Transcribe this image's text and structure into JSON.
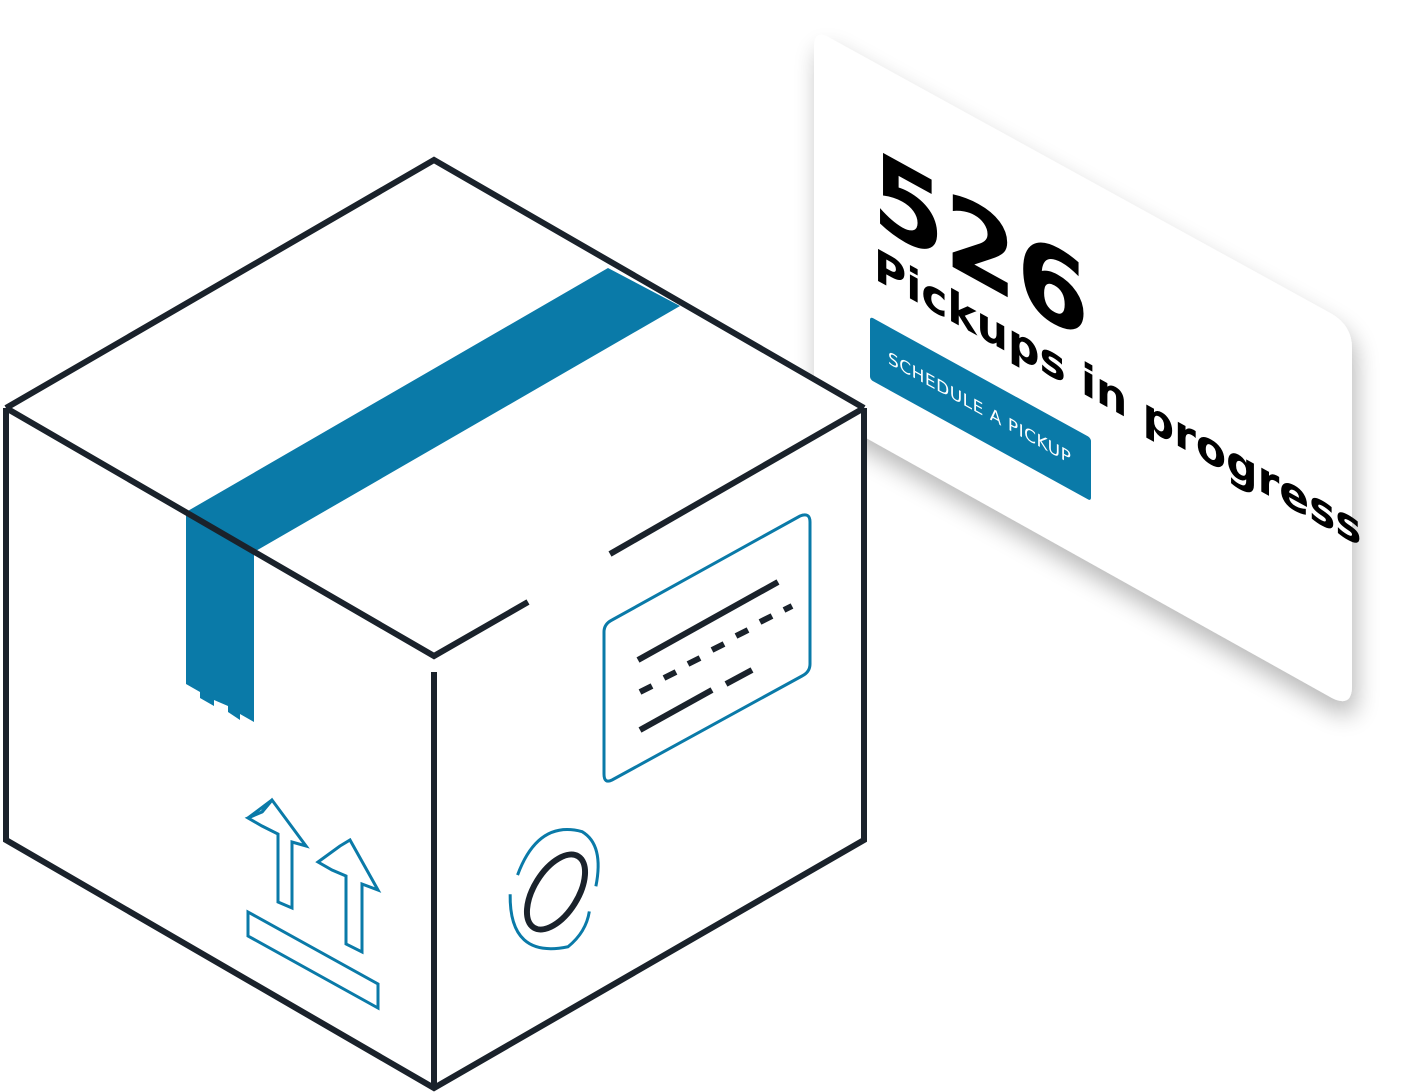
{
  "card": {
    "count": "526",
    "label": "Pickups in progress",
    "button_label": "SCHEDULE A PICKUP"
  },
  "icons": {
    "box": "package-box-icon",
    "this_side_up": "this-side-up-arrows-icon",
    "shipping_label": "shipping-label-icon",
    "seal": "stamp-seal-icon"
  },
  "colors": {
    "accent": "#0a7aa8",
    "outline": "#1a222b",
    "card_background": "#ffffff",
    "text": "#000000"
  }
}
